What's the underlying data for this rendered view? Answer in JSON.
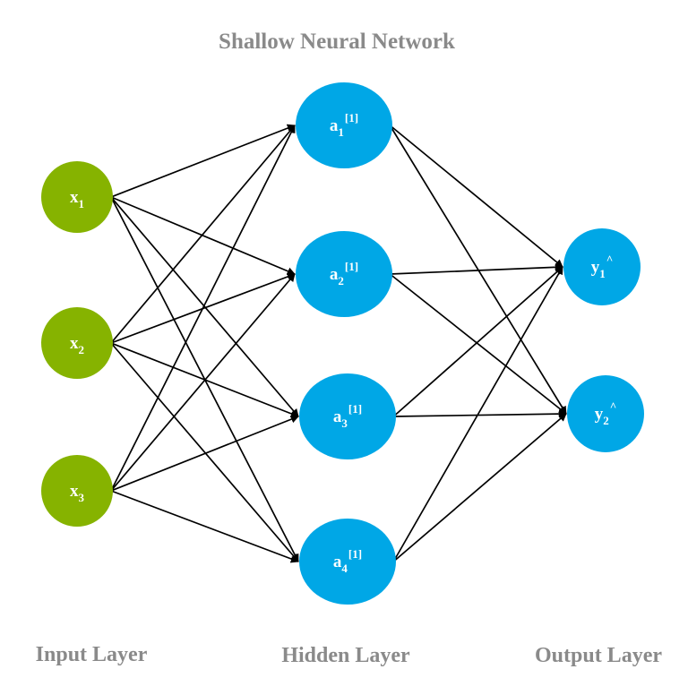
{
  "title": "Shallow Neural Network",
  "colors": {
    "input": "#86b300",
    "hidden": "#00a7e6",
    "output": "#00a7e6",
    "edge": "#000000",
    "label": "#8a8a8a"
  },
  "layers": [
    {
      "label": "Input Layer",
      "nodes": [
        {
          "base": "x",
          "sub": "1",
          "sup": ""
        },
        {
          "base": "x",
          "sub": "2",
          "sup": ""
        },
        {
          "base": "x",
          "sub": "3",
          "sup": ""
        }
      ]
    },
    {
      "label": "Hidden Layer",
      "nodes": [
        {
          "base": "a",
          "sub": "1",
          "sup": "[1]"
        },
        {
          "base": "a",
          "sub": "2",
          "sup": "[1]"
        },
        {
          "base": "a",
          "sub": "3",
          "sup": "[1]"
        },
        {
          "base": "a",
          "sub": "4",
          "sup": "[1]"
        }
      ]
    },
    {
      "label": "Output Layer",
      "nodes": [
        {
          "base": "y",
          "sub": "1",
          "sup": "^"
        },
        {
          "base": "y",
          "sub": "2",
          "sup": "^"
        }
      ]
    }
  ]
}
